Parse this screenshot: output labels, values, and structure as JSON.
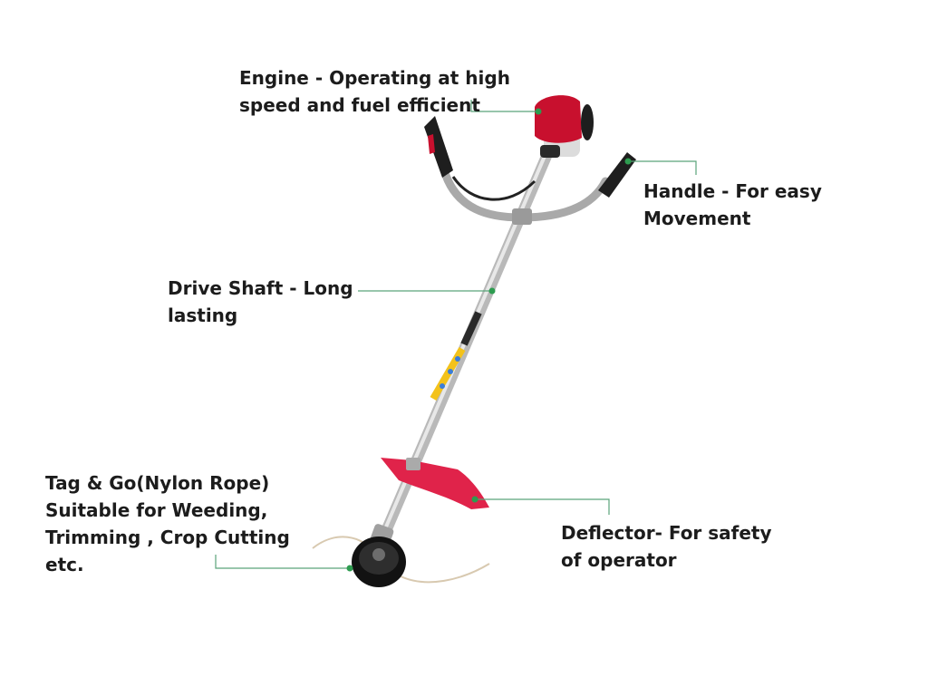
{
  "callouts": {
    "engine": {
      "lines": [
        "Engine - Operating at high",
        "speed and fuel efficient"
      ]
    },
    "handle": {
      "lines": [
        "Handle - For easy",
        "Movement"
      ]
    },
    "shaft": {
      "lines": [
        "Drive Shaft - Long",
        "lasting"
      ]
    },
    "tag": {
      "lines": [
        "Tag & Go(Nylon Rope)",
        "Suitable for Weeding,",
        "Trimming , Crop Cutting",
        "etc."
      ]
    },
    "deflector": {
      "lines": [
        "Deflector- For safety",
        "of operator"
      ]
    }
  },
  "colors": {
    "leader": "#5aa47a",
    "dot": "#2e9c50",
    "engine_red": "#c8102e",
    "deflector_red": "#e0234a",
    "shaft_metal": "#c9c9c9",
    "grip_black": "#1e1e1e"
  }
}
